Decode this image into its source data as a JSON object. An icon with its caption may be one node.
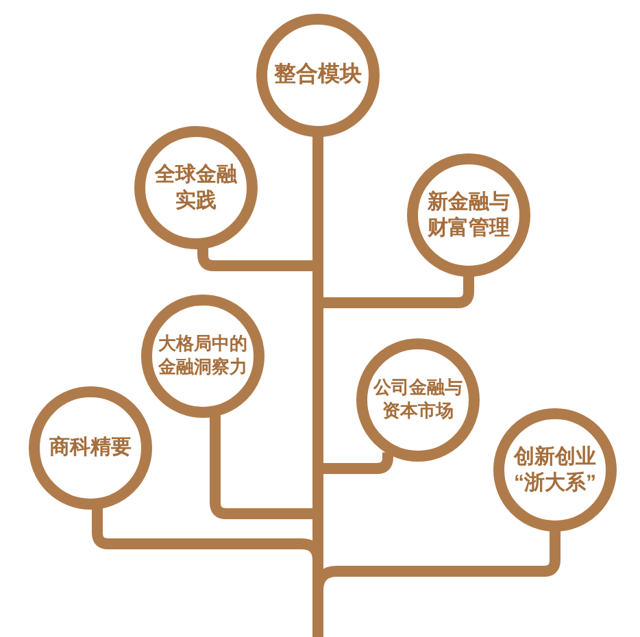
{
  "diagram": {
    "nodes": [
      {
        "text": [
          "整合模块"
        ]
      },
      {
        "text": [
          "全球金融实践"
        ]
      },
      {
        "text": [
          "新金融与财富管理"
        ]
      },
      {
        "text": [
          "大格局中的金融洞察力"
        ]
      },
      {
        "text": [
          "公司金融与资本市场"
        ]
      },
      {
        "text": [
          "商科精要"
        ]
      },
      {
        "text": [
          "创新创业“浙大系”"
        ]
      }
    ],
    "edges": [
      {
        "from": 0,
        "to": 1,
        "arrow": "none"
      },
      {
        "from": 0,
        "to": 2,
        "arrow": "none"
      },
      {
        "from": 0,
        "to": 3,
        "arrow": "none"
      },
      {
        "from": 0,
        "to": 4,
        "arrow": "none"
      },
      {
        "from": 0,
        "to": 5,
        "arrow": "none"
      },
      {
        "from": 0,
        "to": 6,
        "arrow": "none"
      },
      {
        "from": 0,
        "to": null,
        "arrow": "none"
      }
    ]
  }
}
